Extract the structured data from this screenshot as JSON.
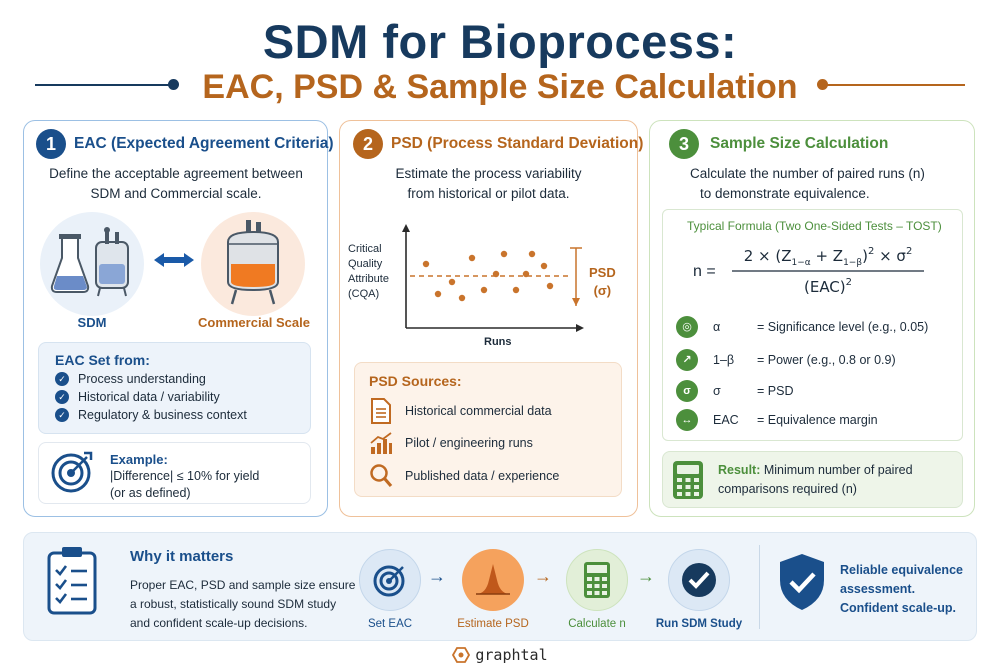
{
  "header": {
    "title": "SDM for Bioprocess:",
    "subtitle": "EAC, PSD & Sample Size Calculation"
  },
  "colors": {
    "navy": "#173a5e",
    "blue": "#1a4f8b",
    "orange": "#b5651d",
    "green": "#4c8f3c"
  },
  "card1": {
    "number": "1",
    "title": "EAC (Expected Agreement Criteria)",
    "desc_lines": [
      "Define the acceptable agreement between",
      "SDM and Commercial scale."
    ],
    "sdm_label": "SDM",
    "commercial_label": "Commercial Scale",
    "eac_set": {
      "title": "EAC Set from:",
      "items": [
        "Process understanding",
        "Historical data / variability",
        "Regulatory & business context"
      ]
    },
    "example": {
      "title": "Example:",
      "lines": [
        "|Difference| ≤ 10% for yield",
        "(or as defined)"
      ]
    }
  },
  "card2": {
    "number": "2",
    "title": "PSD (Process Standard Deviation)",
    "desc_lines": [
      "Estimate the process variability",
      "from historical or pilot data."
    ],
    "chart": {
      "y_label_lines": [
        "Critical",
        "Quality",
        "Attribute",
        "(CQA)"
      ],
      "x_label": "Runs",
      "annotation_lines": [
        "PSD",
        "(σ)"
      ]
    },
    "sources": {
      "title": "PSD Sources:",
      "items": [
        {
          "icon": "document-icon",
          "label": "Historical commercial data"
        },
        {
          "icon": "bar-chart-icon",
          "label": "Pilot / engineering runs"
        },
        {
          "icon": "magnifier-icon",
          "label": "Published data / experience"
        }
      ]
    }
  },
  "card3": {
    "number": "3",
    "title": "Sample Size Calculation",
    "desc_lines": [
      "Calculate the number of paired runs (n)",
      "to demonstrate equivalence."
    ],
    "formula_title": "Typical Formula (Two One-Sided Tests – TOST)",
    "formula_lhs": "n =",
    "legend": [
      {
        "icon": "target-icon",
        "symbol": "α",
        "text": "= Significance level (e.g., 0.05)"
      },
      {
        "icon": "growth-icon",
        "symbol": "1–β",
        "text": "= Power (e.g., 0.8 or 0.9)"
      },
      {
        "icon": "sigma-icon",
        "symbol": "σ",
        "text": "= PSD"
      },
      {
        "icon": "double-arrow-icon",
        "symbol": "EAC",
        "text": "= Equivalence margin"
      }
    ],
    "result": {
      "label": "Result:",
      "text_line1": " Minimum number of paired",
      "text_line2": "comparisons required (n)"
    }
  },
  "bottom": {
    "title": "Why it matters",
    "lines": [
      "Proper EAC, PSD and sample size ensure",
      "a robust, statistically sound SDM study",
      "and confident scale-up decisions."
    ],
    "steps": [
      "Set EAC",
      "Estimate PSD",
      "Calculate n",
      "Run SDM Study"
    ],
    "outcome_lines": [
      "Reliable equivalence",
      "assessment.",
      "Confident scale-up."
    ]
  },
  "footer": {
    "brand": "graphtal"
  }
}
